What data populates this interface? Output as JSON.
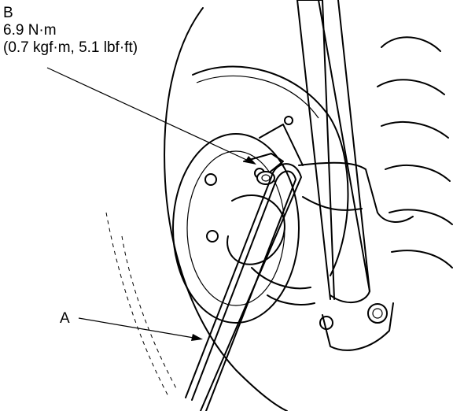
{
  "callouts": {
    "b": {
      "letter": "B",
      "torque_si": "6.9 N·m",
      "torque_other": "(0.7 kgf·m, 5.1 lbf·ft)"
    },
    "a": {
      "letter": "A"
    }
  }
}
